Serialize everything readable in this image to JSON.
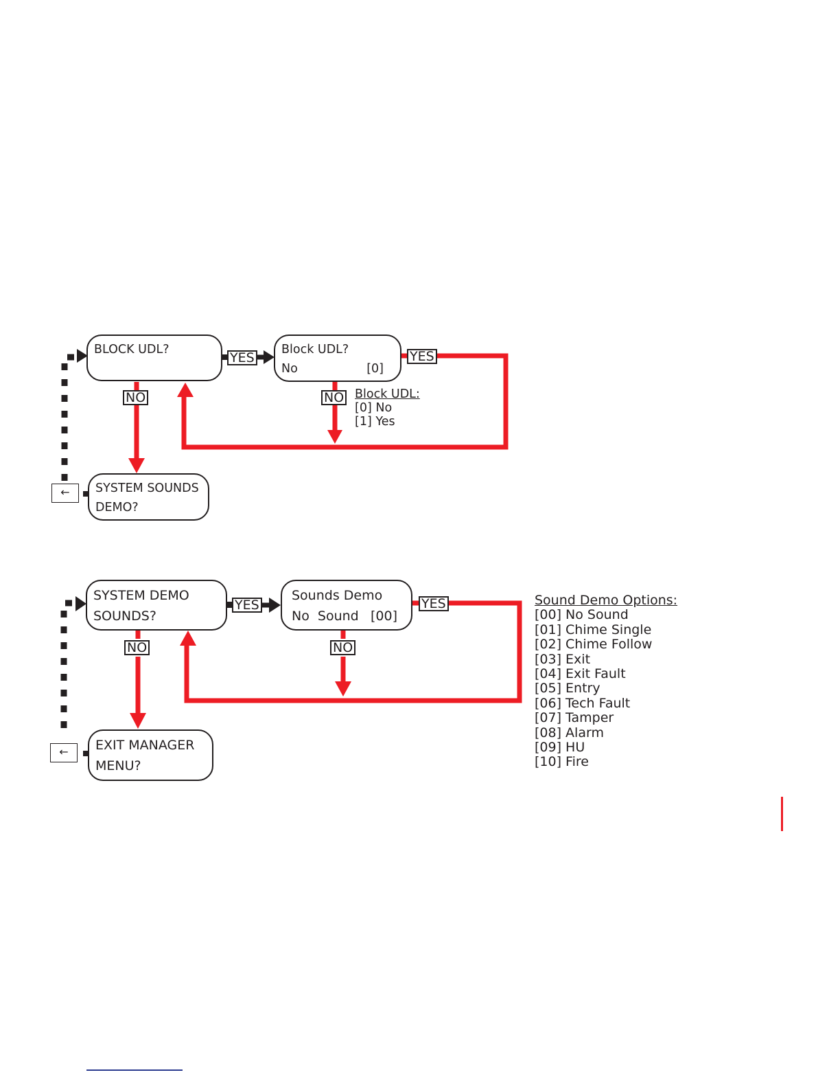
{
  "colors": {
    "flow_red": "#ed1c24",
    "ink": "#231f20",
    "footer_line": "#2b3b8f"
  },
  "icons": {
    "back_key": "left-arrow-icon"
  },
  "flow1": {
    "prompt": "BLOCK UDL?",
    "setting_title": "Block UDL?",
    "setting_value": "No",
    "setting_code": "[0]",
    "yes_label": "YES",
    "yes_return_label": "YES",
    "no_label": "NO",
    "no_setting_label": "NO",
    "options_heading": "Block UDL:",
    "options": [
      "[0] No",
      "[1] Yes"
    ],
    "next_line1": "SYSTEM SOUNDS",
    "next_line2": "DEMO?",
    "back_key": "←"
  },
  "flow2": {
    "prompt_line1": "SYSTEM DEMO",
    "prompt_line2": "SOUNDS?",
    "setting_title": "Sounds Demo",
    "setting_value": "No  Sound",
    "setting_code": "[00]",
    "yes_label": "YES",
    "yes_return_label": "YES",
    "no_label": "NO",
    "no_setting_label": "NO",
    "options_heading": "Sound Demo Options:",
    "options": [
      "[00] No Sound",
      "[01] Chime Single",
      "[02] Chime Follow",
      "[03] Exit",
      "[04] Exit Fault",
      "[05] Entry",
      "[06] Tech Fault",
      "[07] Tamper",
      "[08] Alarm",
      "[09] HU",
      "[10] Fire"
    ],
    "next_line1": "EXIT MANAGER",
    "next_line2": "MENU?",
    "back_key": "←"
  }
}
